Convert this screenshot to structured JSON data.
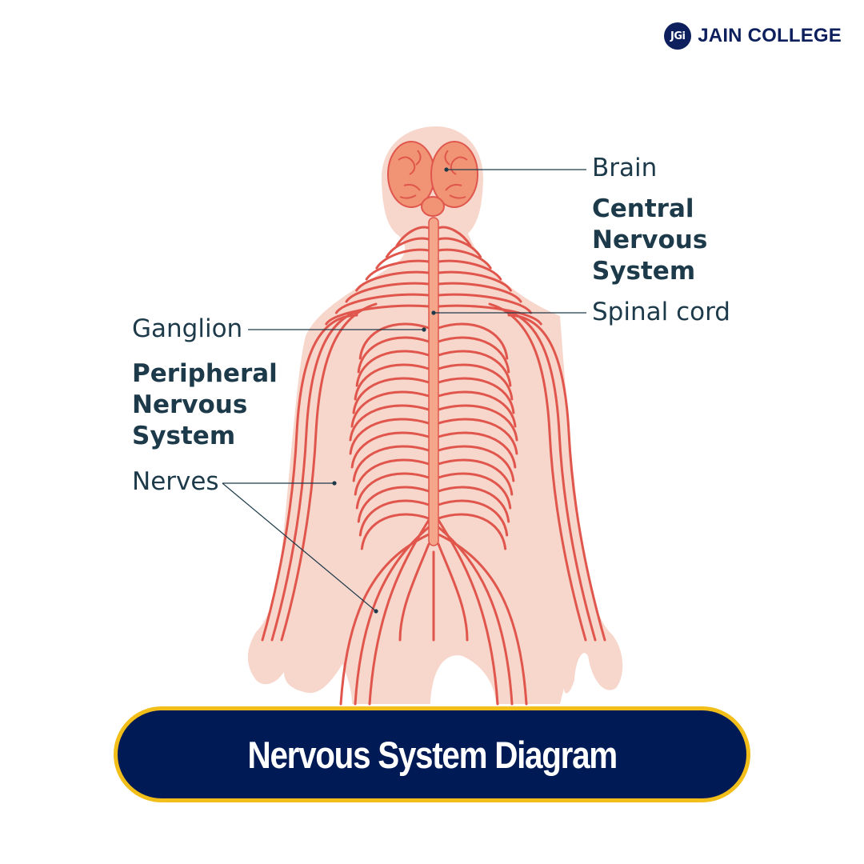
{
  "brand": {
    "logo_text": "JGi",
    "name": "JAIN COLLEGE"
  },
  "labels": {
    "brain": "Brain",
    "cns": [
      "Central",
      "Nervous",
      "System"
    ],
    "spinal_cord": "Spinal cord",
    "ganglion": "Ganglion",
    "pns": [
      "Peripheral",
      "Nervous",
      "System"
    ],
    "nerves": "Nerves"
  },
  "title": "Nervous System Diagram",
  "colors": {
    "body": "#f7d6cc",
    "nerve": "#e0564c",
    "brain": "#f09475",
    "spine": "#f4a58a",
    "label_text": "#1d3a4a",
    "pill_fill": "#001a56",
    "pill_border": "#f2be1a",
    "brand": "#0d1f5c"
  }
}
